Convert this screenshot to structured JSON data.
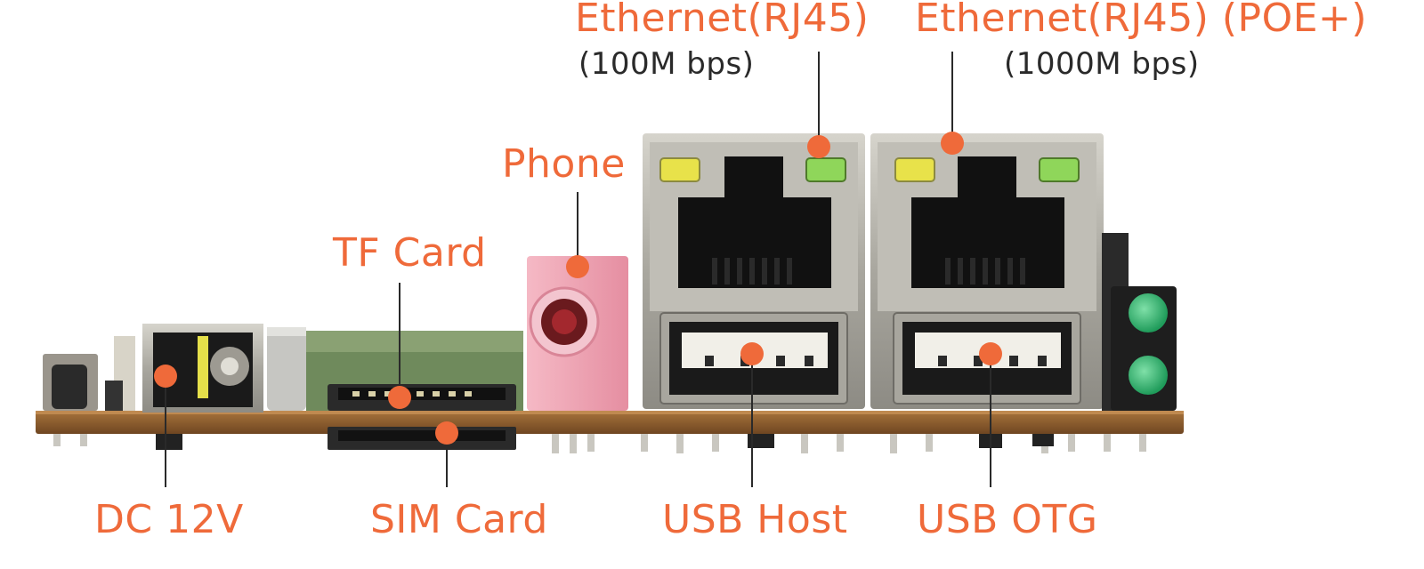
{
  "labels": {
    "eth100": {
      "title": "Ethernet(RJ45)",
      "speed": "(100M bps)"
    },
    "eth1000": {
      "title": "Ethernet(RJ45) (POE+)",
      "speed": "(1000M bps)"
    },
    "phone": "Phone",
    "tf_card": "TF Card",
    "dc": "DC 12V",
    "sim_card": "SIM Card",
    "usb_host": "USB Host",
    "usb_otg": "USB OTG"
  },
  "colors": {
    "accent": "#ef6a3a",
    "pcb": "#8a5a2e",
    "metal": "#b7b5ad",
    "pink_jack": "#f0a8b8",
    "led_yellow": "#e8e24a",
    "led_green": "#8fd65a",
    "led_dark_green": "#1f9b5a"
  }
}
